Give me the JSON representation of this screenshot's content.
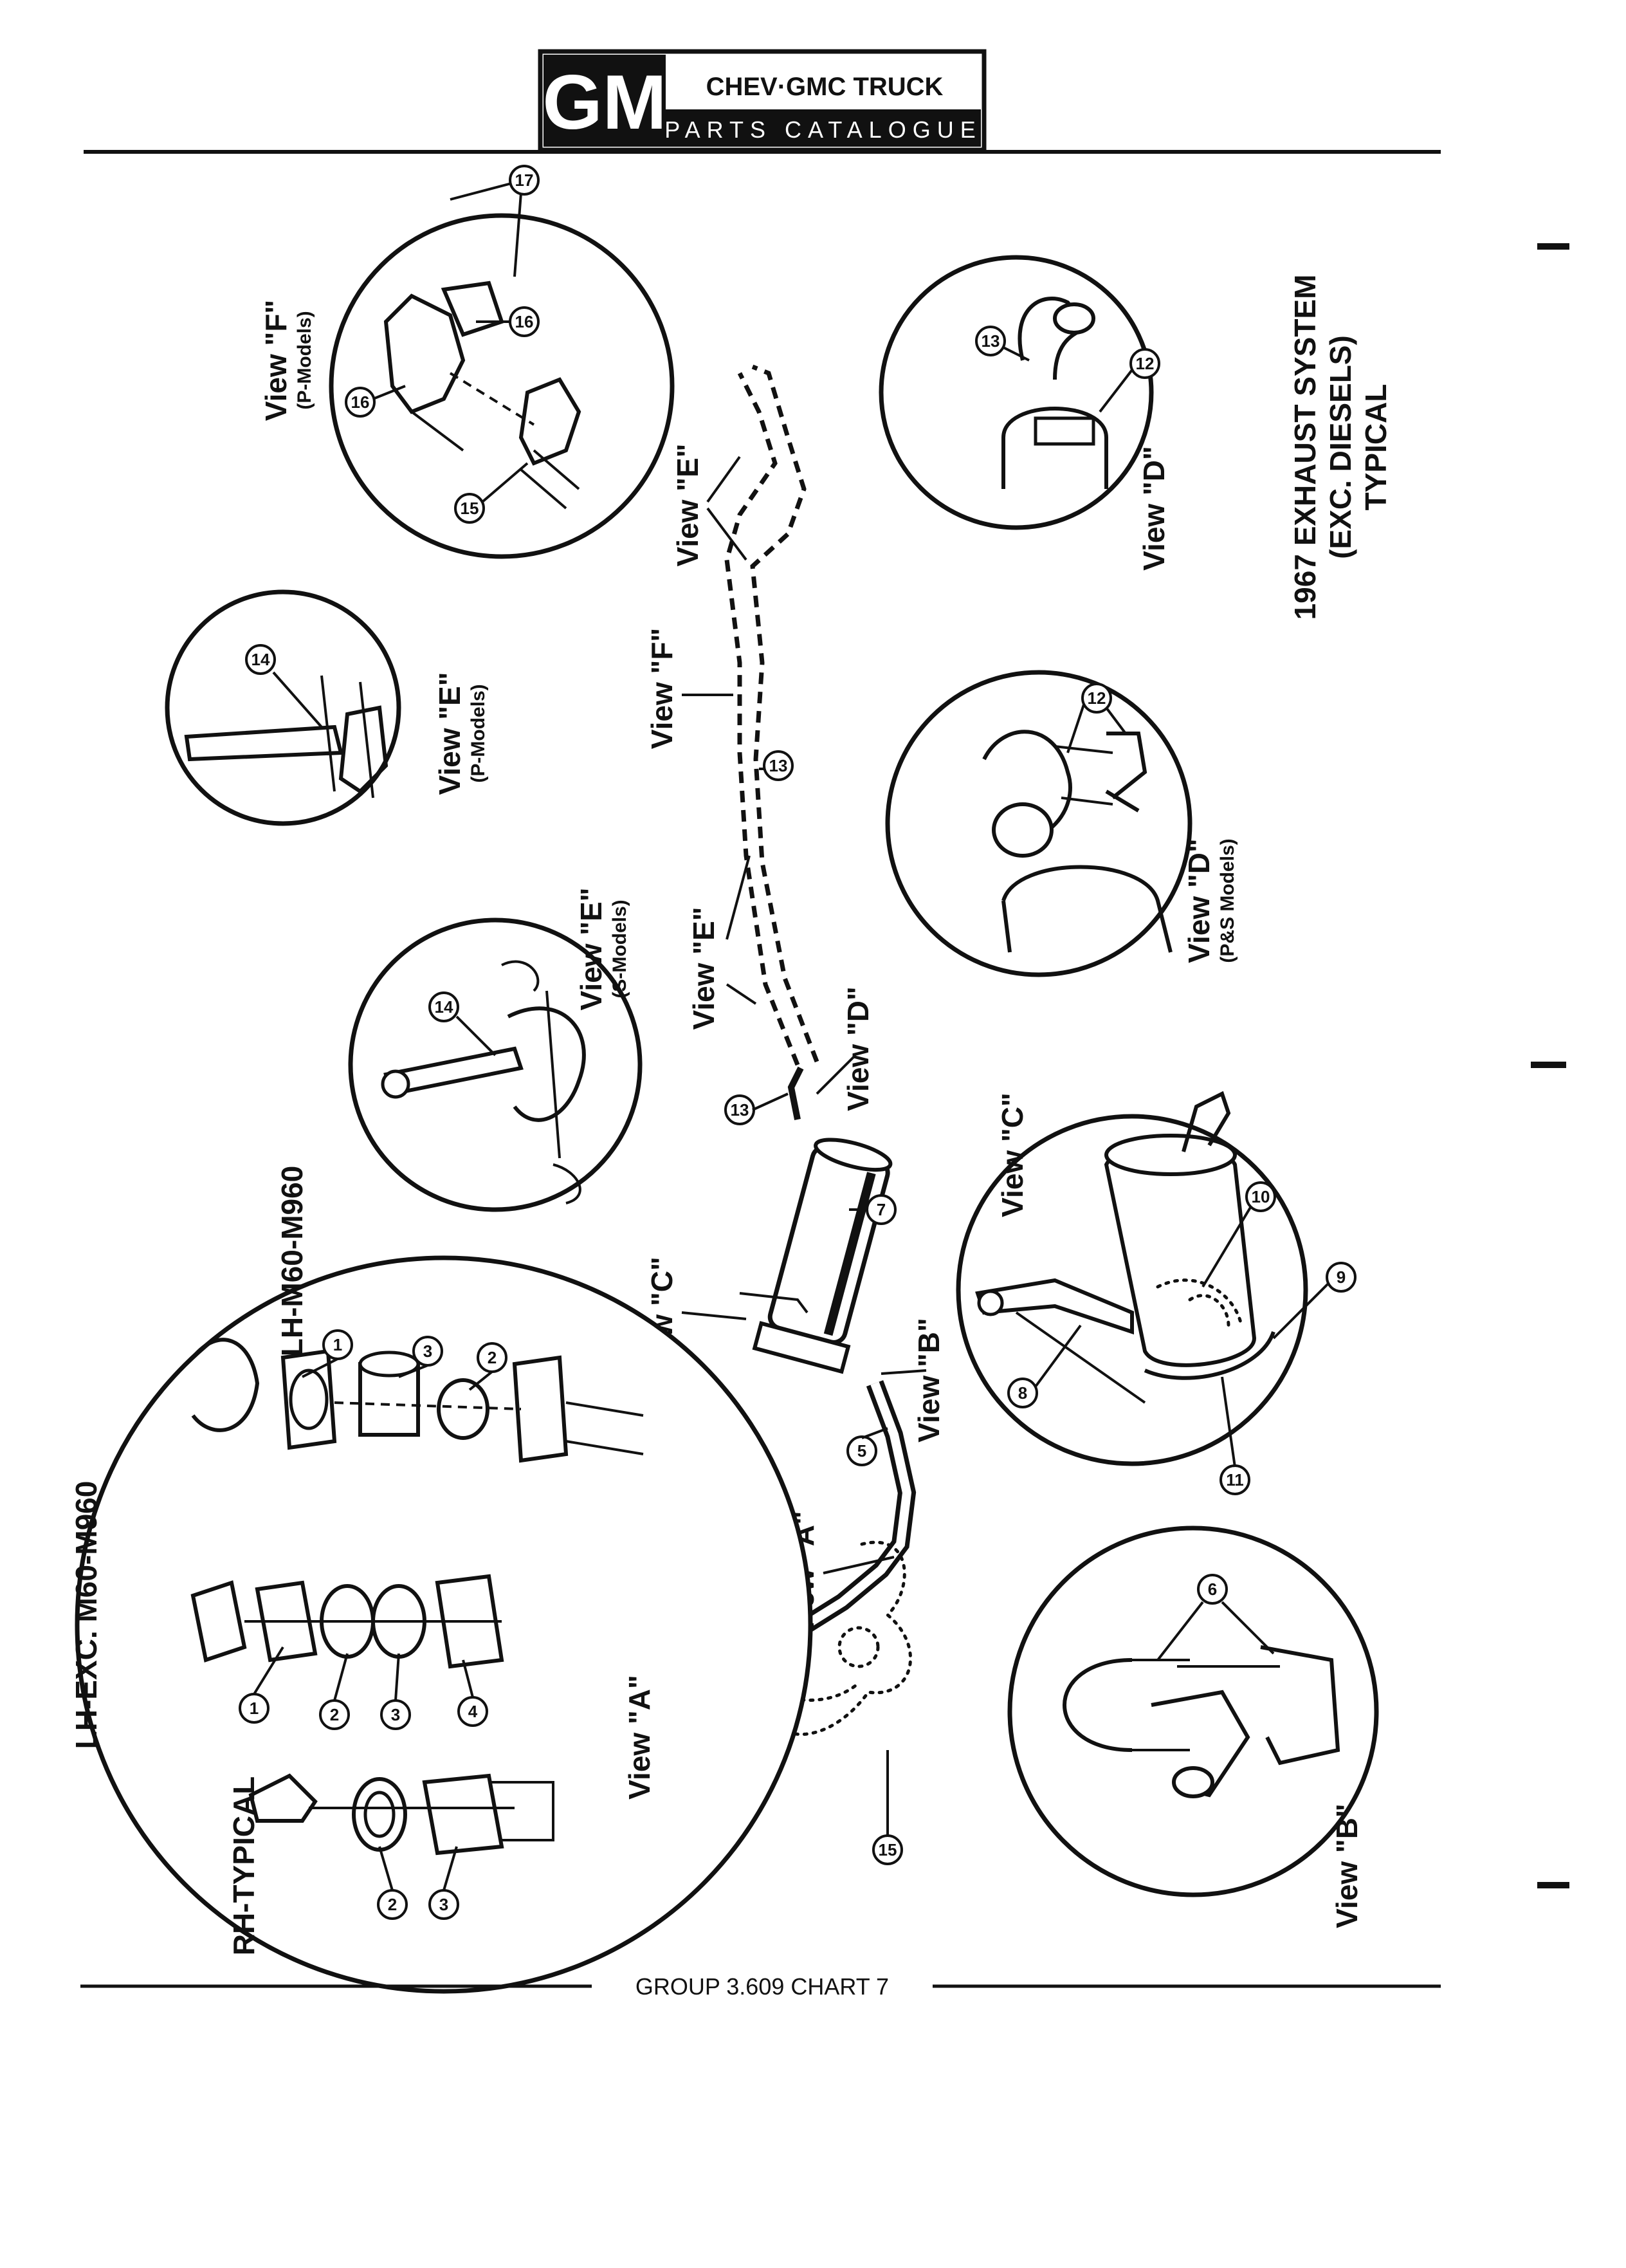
{
  "header": {
    "logo": "GM",
    "line1": "CHEV·GMC TRUCK",
    "line2": "PARTS CATALOGUE"
  },
  "title": {
    "line1": "1967 EXHAUST SYSTEM",
    "line2": "(EXC. DIESELS)",
    "line3": "TYPICAL"
  },
  "footer": {
    "text": "GROUP 3.609 CHART 7"
  },
  "views": {
    "view_a": "View \"A\"",
    "view_b": "View \"B\"",
    "view_c": "View \"C\"",
    "view_d": "View \"D\"",
    "view_e": "View \"E\"",
    "view_f": "View \"F\"",
    "p_models": "(P-Models)",
    "s_models": "(S-Models)",
    "ps_models": "(P&S Models)",
    "rh_typical": "RH-TYPICAL",
    "lh_exc": "LH-EXC. M60-M960",
    "lh_m60": "LH-M60-M960"
  },
  "callouts": {
    "n1": "1",
    "n2": "2",
    "n3": "3",
    "n4": "4",
    "n5": "5",
    "n6": "6",
    "n7": "7",
    "n8": "8",
    "n9": "9",
    "n10": "10",
    "n11": "11",
    "n12": "12",
    "n13": "13",
    "n14": "14",
    "n15": "15",
    "n16": "16",
    "n17": "17"
  }
}
